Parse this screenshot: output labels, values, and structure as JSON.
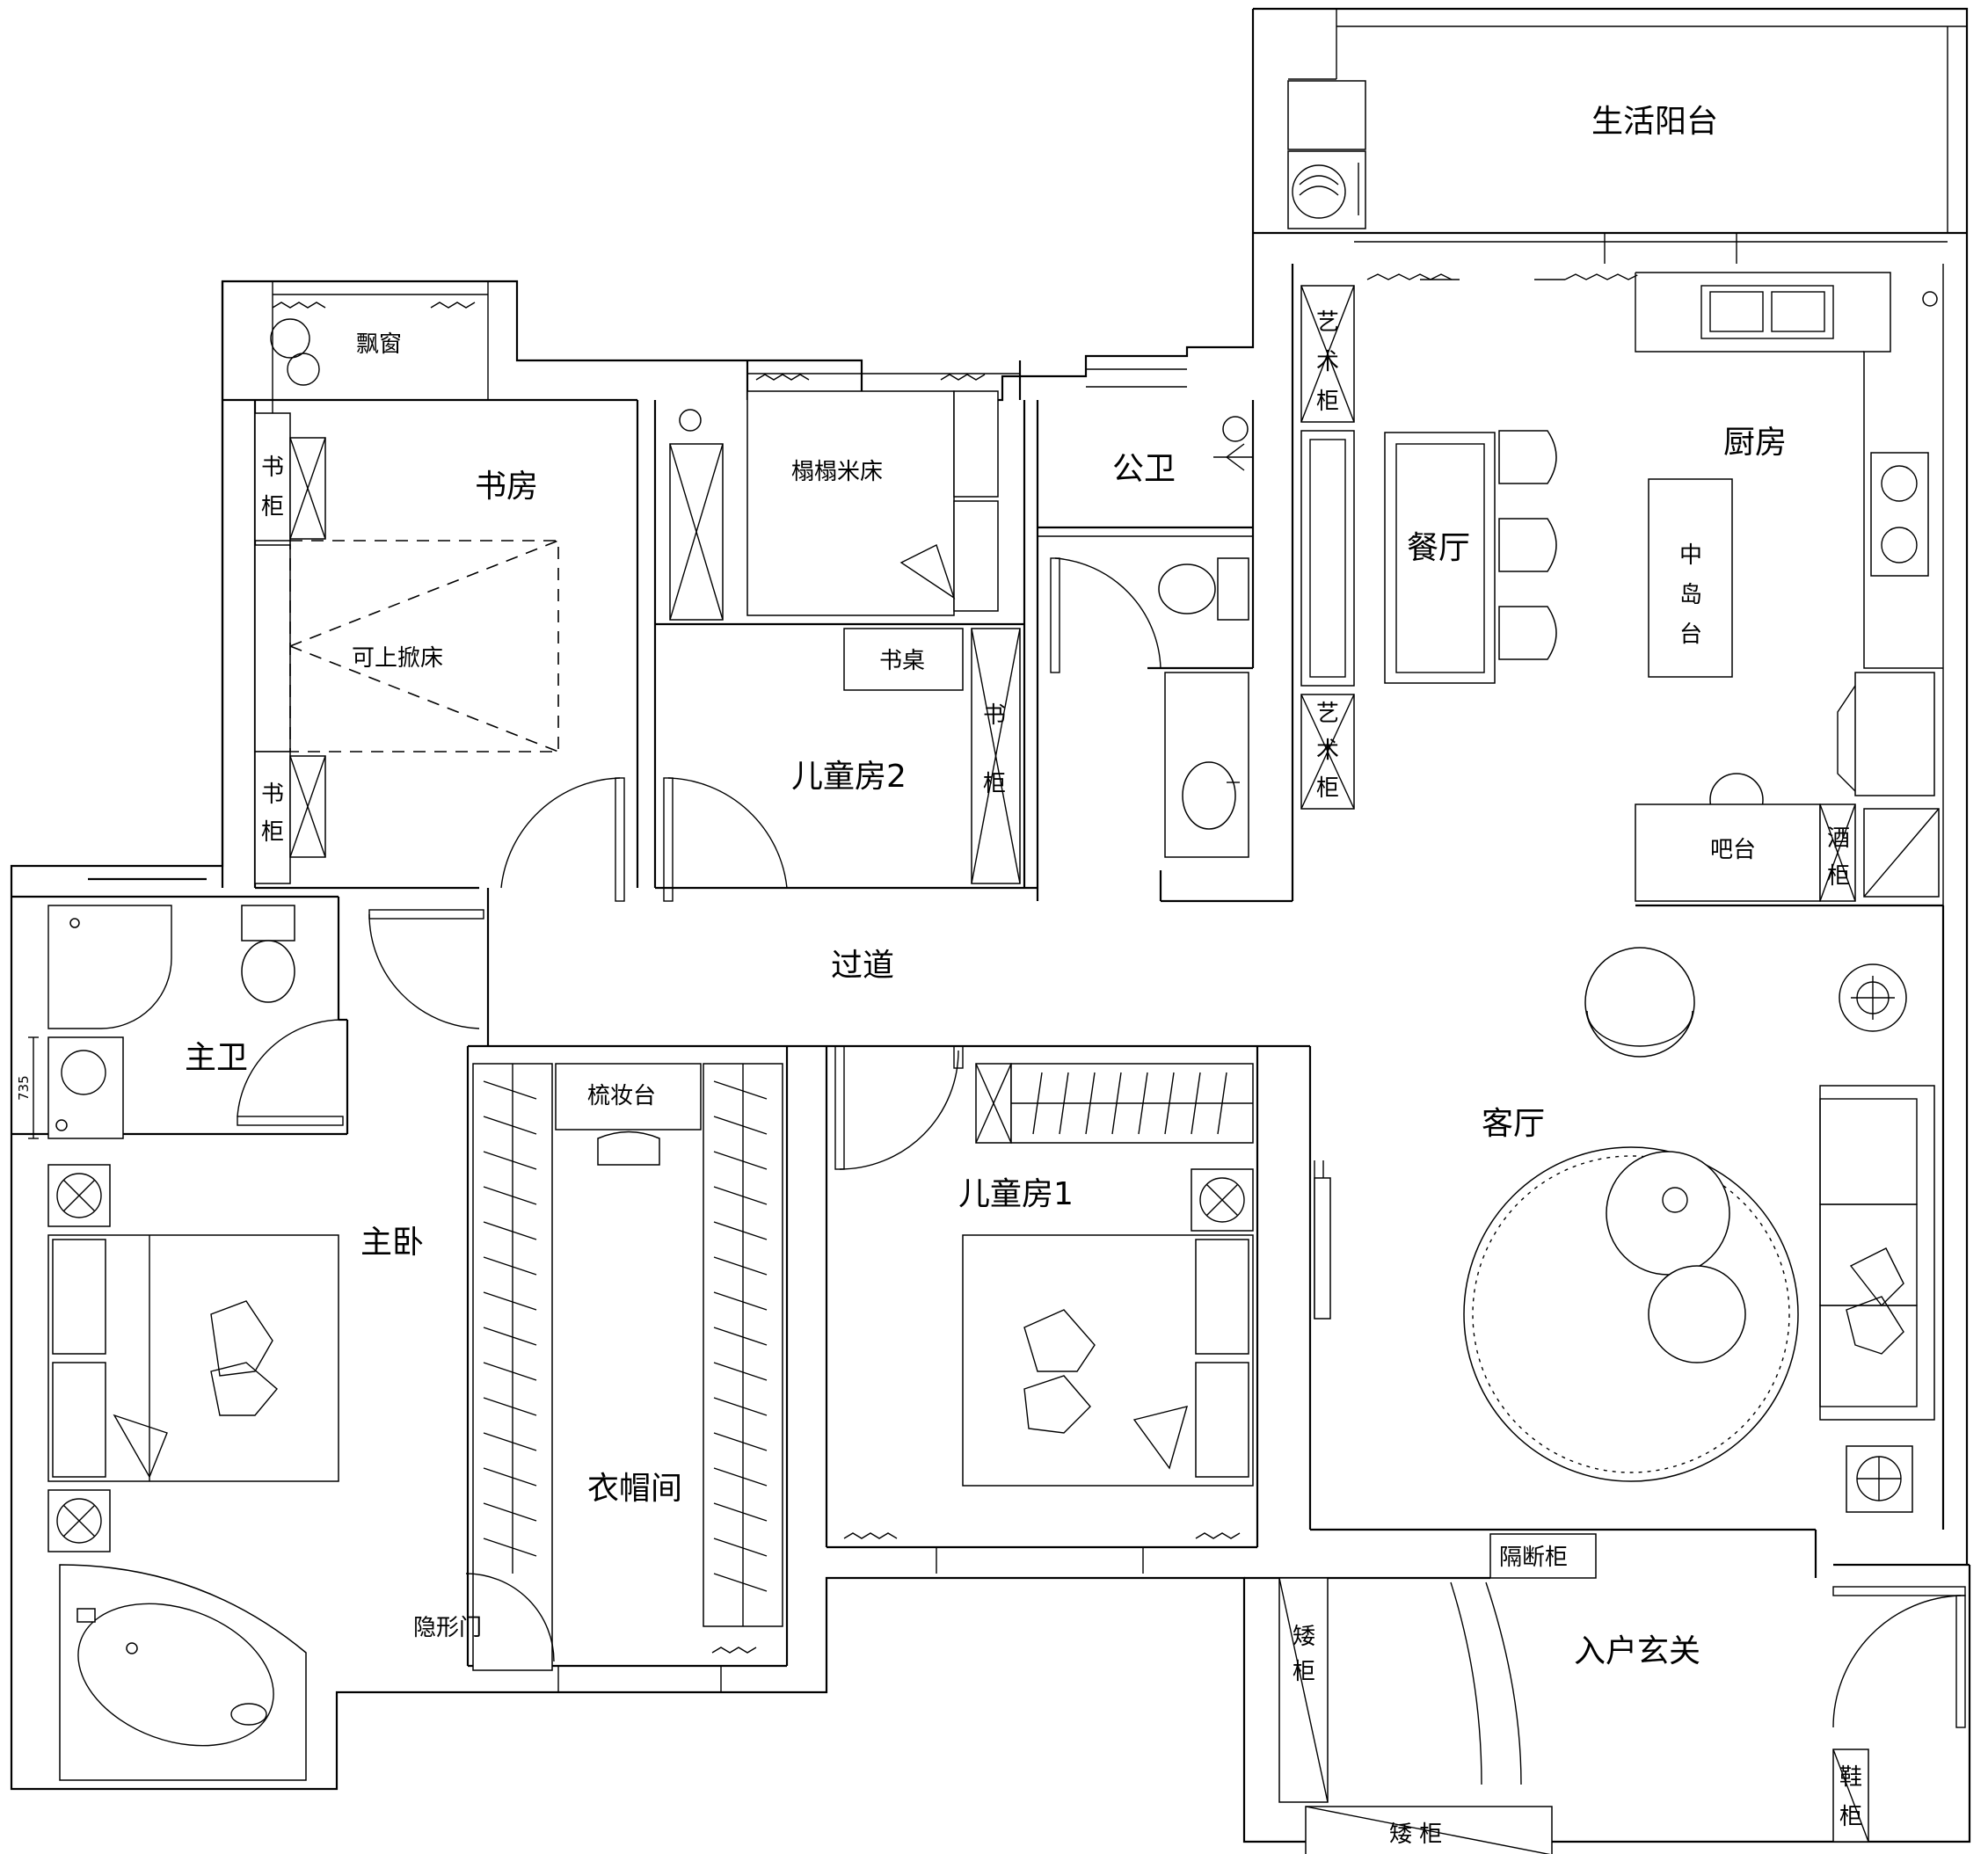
{
  "rooms": {
    "balcony": "生活阳台",
    "bay_window": "飘窗",
    "study": "书房",
    "tatami": "榻榻米床",
    "public_bath": "公卫",
    "kitchen": "厨房",
    "dining": "餐厅",
    "island": "中\n岛\n台",
    "fold_bed": "可上掀床",
    "kids_room_2": "儿童房2",
    "desk": "书桌",
    "corridor": "过道",
    "master_bath": "主卫",
    "vanity": "梳妆台",
    "master_bedroom": "主卧",
    "wardrobe_room": "衣帽间",
    "hidden_door": "隐形门",
    "kids_room_1": "儿童房1",
    "living_room": "客厅",
    "entrance": "入户玄关",
    "partition_cabinet": "隔断柜",
    "low_cabinet_v": "矮\n柜",
    "low_cabinet_h": "矮  柜",
    "shoe_cabinet": "鞋\n柜",
    "bar": "吧台",
    "wine_cabinet": "酒\n柜",
    "bookcase_top": "书\n柜",
    "bookcase_bottom": "书\n柜",
    "bookcase_kids": "书\n柜",
    "art_cabinet_top": "艺\n术\n柜",
    "art_cabinet_bottom": "艺\n术\n柜"
  },
  "dimension": "735",
  "colors": {
    "line": "#000000",
    "background": "#ffffff"
  }
}
